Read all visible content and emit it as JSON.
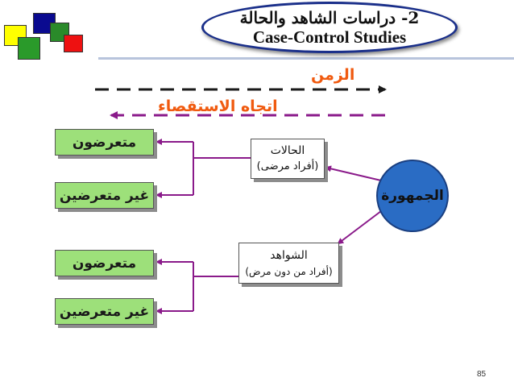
{
  "title": {
    "arabic": "2- دراسات الشاهد والحالة",
    "english": "Case-Control Studies"
  },
  "time_label": "الزمن",
  "inquiry_label": "اتجاه الاستقصاء",
  "population": "الجمهورة",
  "cases": {
    "line1": "الحالات",
    "line2": "(أفراد مرضى)"
  },
  "controls": {
    "line1": "الشواهد",
    "line2": "(أفراد من دون مرض)"
  },
  "exposed_1": "متعرضون",
  "unexposed_1": "غير متعرضين",
  "exposed_2": "متعرضون",
  "unexposed_2": "غير متعرضين",
  "page_number": "85",
  "colors": {
    "arrow_purple": "#8a1a8a",
    "label_orange": "#f05a0f",
    "box_green": "#9de07a",
    "circle_blue": "#2a6cc4",
    "oval_border": "#1a2f8a"
  }
}
